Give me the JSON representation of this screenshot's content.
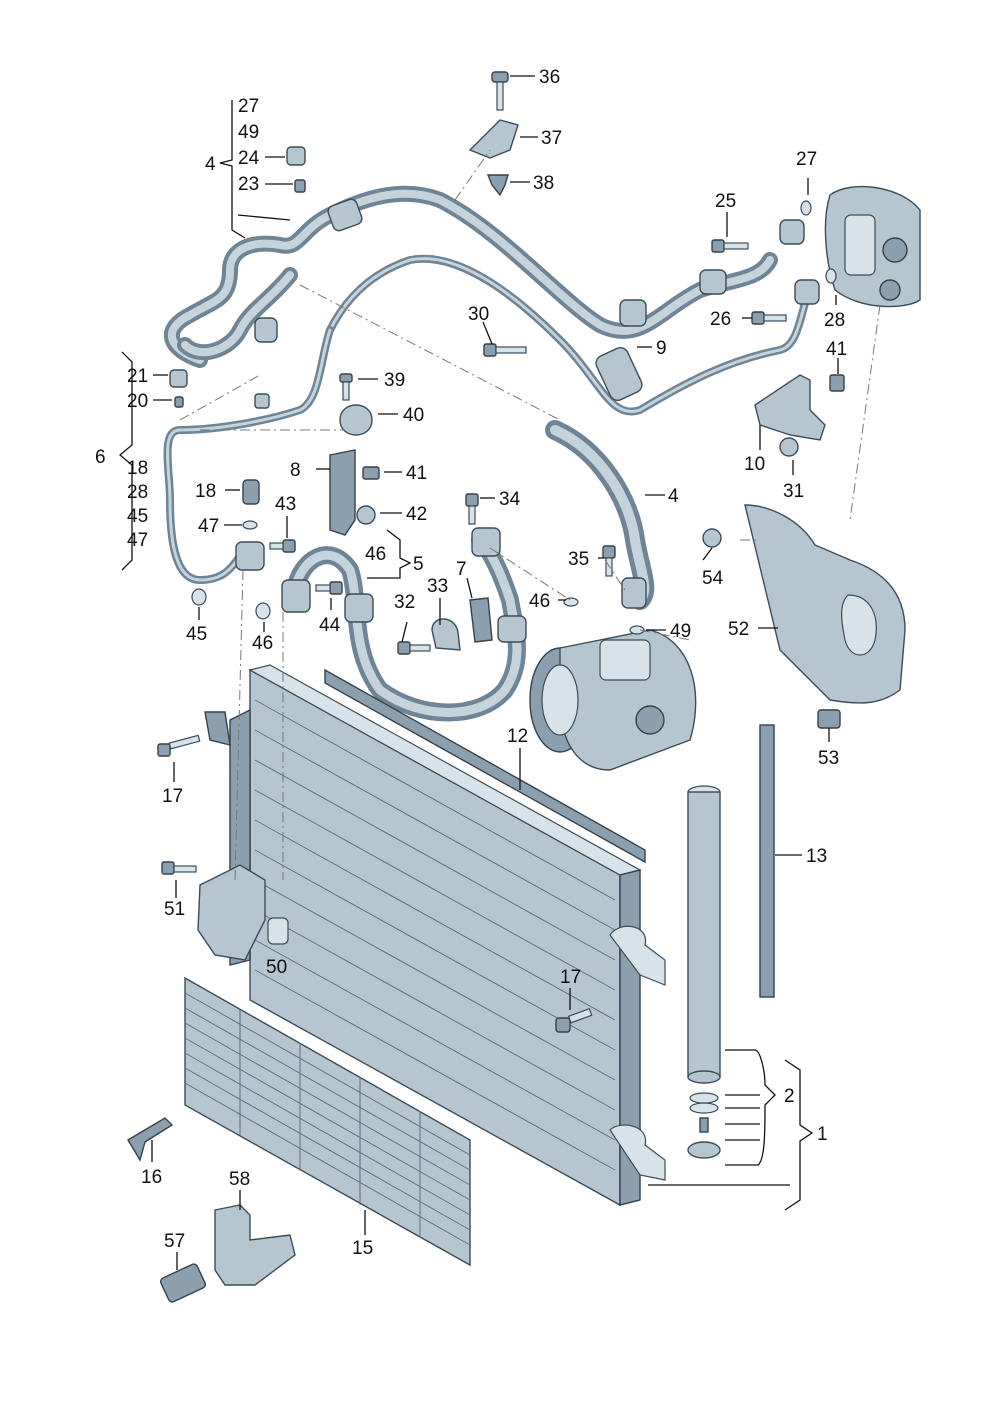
{
  "callouts": [
    {
      "id": "l36",
      "text": "36"
    },
    {
      "id": "l37",
      "text": "37"
    },
    {
      "id": "l38",
      "text": "38"
    },
    {
      "id": "l27a",
      "text": "27"
    },
    {
      "id": "l49a",
      "text": "49"
    },
    {
      "id": "l24",
      "text": "24"
    },
    {
      "id": "l23",
      "text": "23"
    },
    {
      "id": "l4a",
      "text": "4"
    },
    {
      "id": "l27b",
      "text": "27"
    },
    {
      "id": "l25",
      "text": "25"
    },
    {
      "id": "l26",
      "text": "26"
    },
    {
      "id": "l28a",
      "text": "28"
    },
    {
      "id": "l30",
      "text": "30"
    },
    {
      "id": "l9",
      "text": "9"
    },
    {
      "id": "l41a",
      "text": "41"
    },
    {
      "id": "l10",
      "text": "10"
    },
    {
      "id": "l31",
      "text": "31"
    },
    {
      "id": "l21",
      "text": "21"
    },
    {
      "id": "l20",
      "text": "20"
    },
    {
      "id": "l6",
      "text": "6"
    },
    {
      "id": "l18a",
      "text": "18"
    },
    {
      "id": "l28b",
      "text": "28"
    },
    {
      "id": "l45a",
      "text": "45"
    },
    {
      "id": "l47a",
      "text": "47"
    },
    {
      "id": "l39",
      "text": "39"
    },
    {
      "id": "l40",
      "text": "40"
    },
    {
      "id": "l8",
      "text": "8"
    },
    {
      "id": "l41b",
      "text": "41"
    },
    {
      "id": "l42",
      "text": "42"
    },
    {
      "id": "l18b",
      "text": "18"
    },
    {
      "id": "l43",
      "text": "43"
    },
    {
      "id": "l47b",
      "text": "47"
    },
    {
      "id": "l34",
      "text": "34"
    },
    {
      "id": "l4b",
      "text": "4"
    },
    {
      "id": "l46a",
      "text": "46"
    },
    {
      "id": "l5",
      "text": "5"
    },
    {
      "id": "l7",
      "text": "7"
    },
    {
      "id": "l35",
      "text": "35"
    },
    {
      "id": "l54",
      "text": "54"
    },
    {
      "id": "l33",
      "text": "33"
    },
    {
      "id": "l32",
      "text": "32"
    },
    {
      "id": "l46b",
      "text": "46"
    },
    {
      "id": "l49b",
      "text": "49"
    },
    {
      "id": "l52",
      "text": "52"
    },
    {
      "id": "l45b",
      "text": "45"
    },
    {
      "id": "l46c",
      "text": "46"
    },
    {
      "id": "l44",
      "text": "44"
    },
    {
      "id": "l12",
      "text": "12"
    },
    {
      "id": "l53",
      "text": "53"
    },
    {
      "id": "l17a",
      "text": "17"
    },
    {
      "id": "l13",
      "text": "13"
    },
    {
      "id": "l51",
      "text": "51"
    },
    {
      "id": "l50",
      "text": "50"
    },
    {
      "id": "l17b",
      "text": "17"
    },
    {
      "id": "l2",
      "text": "2"
    },
    {
      "id": "l1",
      "text": "1"
    },
    {
      "id": "l16",
      "text": "16"
    },
    {
      "id": "l58",
      "text": "58"
    },
    {
      "id": "l15",
      "text": "15"
    },
    {
      "id": "l57",
      "text": "57"
    }
  ],
  "colors": {
    "line": "#111111",
    "part_fill": "#b5c6d1",
    "part_shadow": "#8c9faf",
    "part_highlight": "#d7e2e9",
    "hose": "#6f8595"
  }
}
